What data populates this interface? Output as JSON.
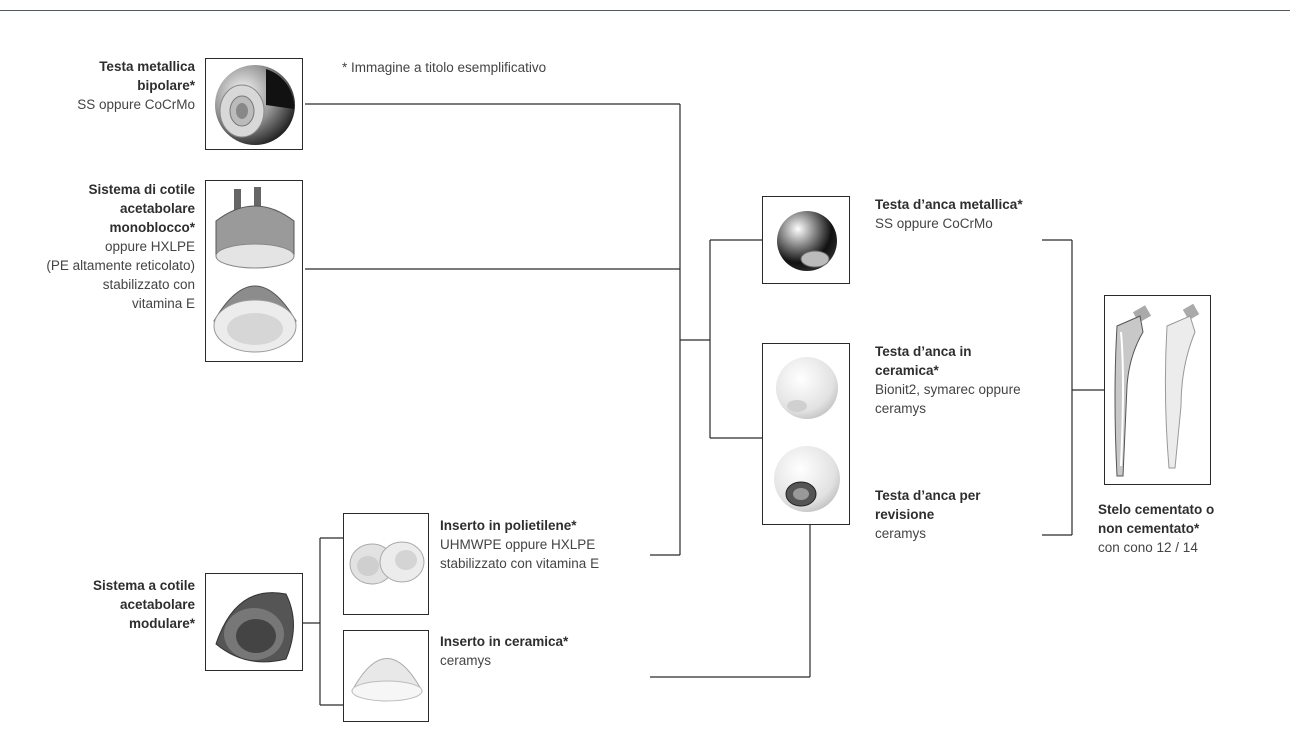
{
  "note": "* Immagine a titolo esemplificativo",
  "components": {
    "bipolar_head": {
      "title": "Testa metallica bipolare*",
      "title_l1": "Testa metallica",
      "title_l2": "bipolare*",
      "desc": "SS oppure CoCrMo"
    },
    "monobloc_cup": {
      "title_l1": "Sistema di cotile",
      "title_l2": "acetabolare",
      "title_l3": "monoblocco*",
      "desc_l1": "oppure HXLPE",
      "desc_l2": "(PE altamente reticolato)",
      "desc_l3": "stabilizzato con",
      "desc_l4": "vitamina E"
    },
    "modular_cup": {
      "title_l1": "Sistema a cotile",
      "title_l2": "acetabolare",
      "title_l3": "modulare*"
    },
    "pe_insert": {
      "title": "Inserto in polietilene*",
      "desc_l1": "UHMWPE oppure HXLPE",
      "desc_l2": "stabilizzato con vitamina E"
    },
    "ceramic_insert": {
      "title": "Inserto in ceramica*",
      "desc": "ceramys"
    },
    "metal_head": {
      "title": "Testa d’anca metallica*",
      "desc": "SS oppure CoCrMo"
    },
    "ceramic_head": {
      "title_l1": "Testa d’anca in",
      "title_l2": "ceramica*",
      "desc_l1": "Bionit2, symarec oppure",
      "desc_l2": "ceramys"
    },
    "revision_head": {
      "title_l1": "Testa d’anca per",
      "title_l2": "revisione",
      "desc": "ceramys"
    },
    "stem": {
      "title_l1": "Stelo cementato o",
      "title_l2": "non cementato*",
      "desc": "con cono 12 / 14"
    }
  }
}
